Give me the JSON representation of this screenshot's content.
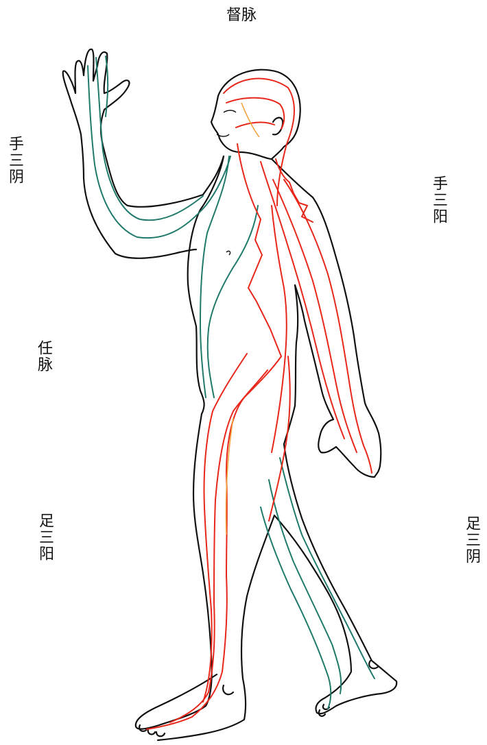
{
  "labels": {
    "top": "督脉",
    "left_upper": "手三阴",
    "right_upper": "手三阳",
    "left_middle": "任脉",
    "left_lower": "足三阳",
    "right_lower": "足三阴"
  },
  "colors": {
    "outline": "#111111",
    "yang_meridian": "#e8261a",
    "yin_meridian": "#1f7a6b",
    "accent": "#f2a23a"
  }
}
